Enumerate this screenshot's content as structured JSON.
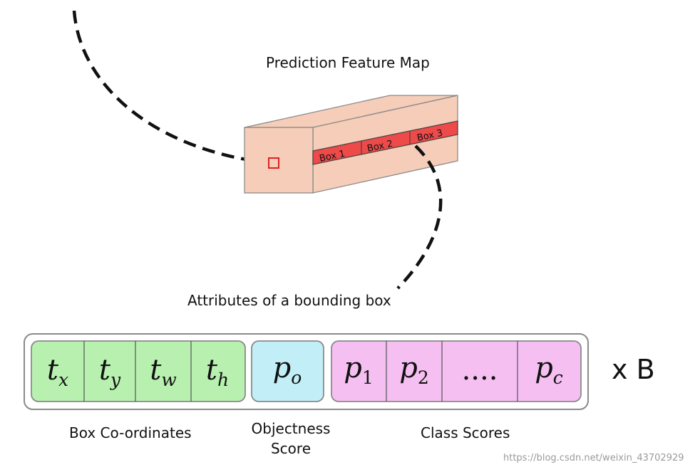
{
  "feature_map": {
    "title": "Prediction Feature Map",
    "boxes": [
      "Box 1",
      "Box 2",
      "Box 3"
    ]
  },
  "attributes_title": "Attributes of a bounding box",
  "box_coordinates": {
    "label": "Box Co-ordinates",
    "cells": [
      {
        "base": "t",
        "sub": "x"
      },
      {
        "base": "t",
        "sub": "y"
      },
      {
        "base": "t",
        "sub": "w"
      },
      {
        "base": "t",
        "sub": "h"
      }
    ]
  },
  "objectness": {
    "label_line1": "Objectness",
    "label_line2": "Score",
    "cell": {
      "base": "p",
      "sub": "o"
    }
  },
  "class_scores": {
    "label": "Class Scores",
    "cells": [
      {
        "base": "p",
        "sub": "1"
      },
      {
        "base": "p",
        "sub": "2"
      },
      {
        "base": "....",
        "sub": ""
      },
      {
        "base": "p",
        "sub": "c"
      }
    ]
  },
  "multiplier": "x B",
  "watermark": "https://blog.csdn.net/weixin_43702929",
  "colors": {
    "coord_fill": "#b8f0b0",
    "objectness_fill": "#c2eff7",
    "class_fill": "#f6bff2",
    "box_fill": "#f5cdb8",
    "box_strip": "#ee4a4a"
  }
}
